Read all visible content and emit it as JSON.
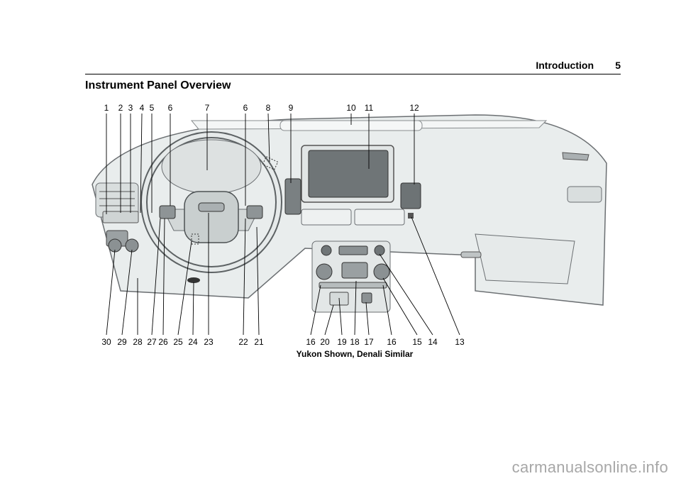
{
  "header": {
    "section": "Introduction",
    "page": "5"
  },
  "title": "Instrument Panel Overview",
  "caption": "Yukon Shown, Denali Similar",
  "callouts_top": [
    "1",
    "2",
    "3",
    "4",
    "5",
    "6",
    "7",
    "6",
    "8",
    "9",
    "10",
    "11",
    "12"
  ],
  "callouts_bottom": [
    "30",
    "29",
    "28",
    "27",
    "26",
    "25",
    "24",
    "23",
    "22",
    "21",
    "16",
    "20",
    "19",
    "18",
    "17",
    "16",
    "15",
    "14",
    "13"
  ],
  "watermark": "carmanualsonline.info"
}
